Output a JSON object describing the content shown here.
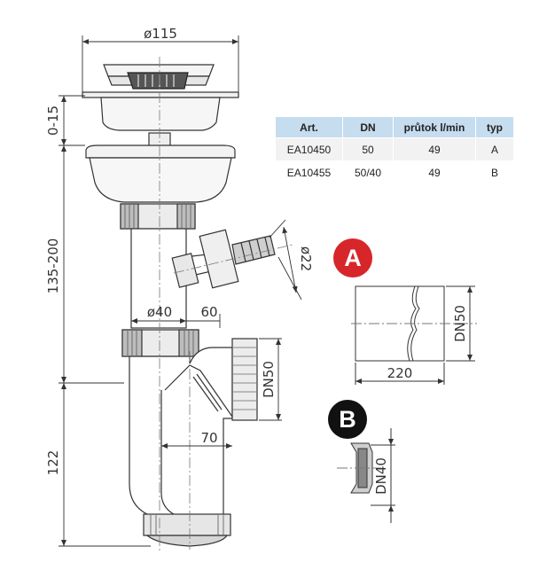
{
  "dimensions": {
    "d115": "ø115",
    "r015": "0-15",
    "r135_200": "135-200",
    "d40": "ø40",
    "l60": "60",
    "d22": "ø22",
    "dn50": "DN50",
    "l70": "70",
    "l122": "122"
  },
  "table": {
    "headers": [
      "Art.",
      "DN",
      "průtok l/min",
      "typ"
    ],
    "rows": [
      [
        "EA10450",
        "50",
        "49",
        "A"
      ],
      [
        "EA10455",
        "50/40",
        "49",
        "B"
      ]
    ]
  },
  "detail_a": {
    "badge": "A",
    "badge_color": "#d7262a",
    "width_label": "220",
    "dn_label": "DN50"
  },
  "detail_b": {
    "badge": "B",
    "badge_color": "#111111",
    "dn_label": "DN40"
  }
}
